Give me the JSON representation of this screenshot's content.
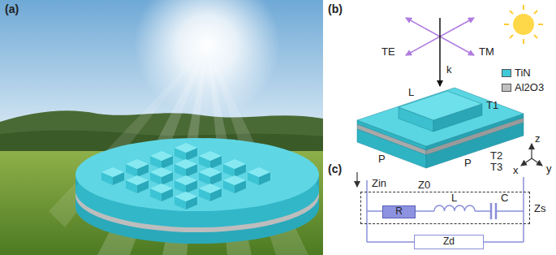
{
  "diagram": {
    "nodes": [
      {
        "text": [
          "Zs"
        ]
      },
      {
        "text": [
          "R"
        ],
        "in": 0
      },
      {
        "text": [
          "Zd"
        ]
      }
    ],
    "labels": [
      "(a)",
      "(b)",
      "TE",
      "TM",
      "k",
      "L",
      "T1",
      "T2",
      "T3",
      "P",
      "P",
      "x",
      "y",
      "z",
      "(c)",
      "Zin",
      "Z0",
      "L",
      "C"
    ],
    "legend": [
      {
        "text": "TiN",
        "color": "#3ec8d8"
      },
      {
        "text": "Al2O3",
        "color": "#c0c0c0"
      }
    ]
  }
}
